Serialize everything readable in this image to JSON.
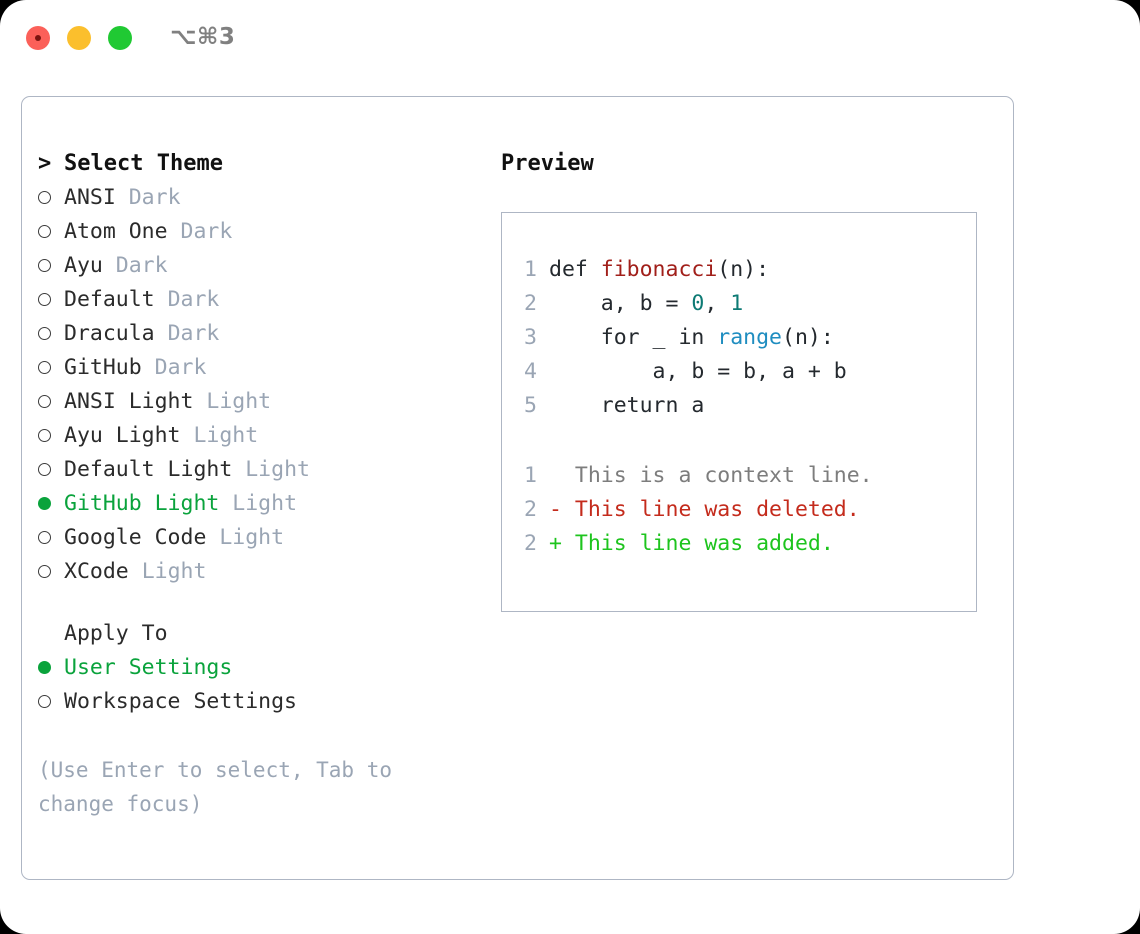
{
  "titlebar": {
    "shortcut": "⌥⌘3",
    "buttons": [
      "close",
      "minimize",
      "maximize"
    ]
  },
  "theme_list": {
    "header": {
      "caret": ">",
      "label": "Select Theme"
    },
    "items": [
      {
        "bullet": "○",
        "name": "ANSI",
        "tag": "Dark",
        "selected": false
      },
      {
        "bullet": "○",
        "name": "Atom One",
        "tag": "Dark",
        "selected": false
      },
      {
        "bullet": "○",
        "name": "Ayu",
        "tag": "Dark",
        "selected": false
      },
      {
        "bullet": "○",
        "name": "Default",
        "tag": "Dark",
        "selected": false
      },
      {
        "bullet": "○",
        "name": "Dracula",
        "tag": "Dark",
        "selected": false
      },
      {
        "bullet": "○",
        "name": "GitHub",
        "tag": "Dark",
        "selected": false
      },
      {
        "bullet": "○",
        "name": "ANSI Light",
        "tag": "Light",
        "selected": false
      },
      {
        "bullet": "○",
        "name": "Ayu Light",
        "tag": "Light",
        "selected": false
      },
      {
        "bullet": "○",
        "name": "Default Light",
        "tag": "Light",
        "selected": false
      },
      {
        "bullet": "●",
        "name": "GitHub Light",
        "tag": "Light",
        "selected": true
      },
      {
        "bullet": "○",
        "name": "Google Code",
        "tag": "Light",
        "selected": false
      },
      {
        "bullet": "○",
        "name": "XCode",
        "tag": "Light",
        "selected": false
      }
    ]
  },
  "apply_to": {
    "label": "Apply To",
    "options": [
      {
        "bullet": "●",
        "name": "User Settings",
        "selected": true
      },
      {
        "bullet": "○",
        "name": "Workspace Settings",
        "selected": false
      }
    ]
  },
  "hint": "(Use Enter to select, Tab to change focus)",
  "preview": {
    "title": "Preview",
    "code_lines": [
      {
        "lineno": "1",
        "tokens": [
          {
            "text": "def ",
            "type": "plain"
          },
          {
            "text": "fibonacci",
            "type": "func"
          },
          {
            "text": "(n):",
            "type": "plain"
          }
        ]
      },
      {
        "lineno": "2",
        "tokens": [
          {
            "text": "    a, b = ",
            "type": "plain"
          },
          {
            "text": "0",
            "type": "num"
          },
          {
            "text": ", ",
            "type": "plain"
          },
          {
            "text": "1",
            "type": "num"
          }
        ]
      },
      {
        "lineno": "3",
        "tokens": [
          {
            "text": "    for _ in ",
            "type": "plain"
          },
          {
            "text": "range",
            "type": "builtin"
          },
          {
            "text": "(n):",
            "type": "plain"
          }
        ]
      },
      {
        "lineno": "4",
        "tokens": [
          {
            "text": "        a, b = b, a + b",
            "type": "plain"
          }
        ]
      },
      {
        "lineno": "5",
        "tokens": [
          {
            "text": "    return a",
            "type": "plain"
          }
        ]
      }
    ],
    "diff_lines": [
      {
        "lineno": "1",
        "marker": "  ",
        "text": "This is a context line.",
        "kind": "context"
      },
      {
        "lineno": "2",
        "marker": "- ",
        "text": "This line was deleted.",
        "kind": "del"
      },
      {
        "lineno": "2",
        "marker": "+ ",
        "text": "This line was added.",
        "kind": "add"
      }
    ]
  },
  "colors": {
    "selected_green": "#0aa33c",
    "muted": "#9aa5b4",
    "border": "#aeb6c4",
    "func_red": "#a11f1a",
    "number_teal": "#0d7a74",
    "builtin_blue": "#1f8dc0",
    "diff_del_red": "#c42b1c",
    "diff_add_green": "#1ec41e",
    "diff_context_gray": "#7d7d7d"
  }
}
